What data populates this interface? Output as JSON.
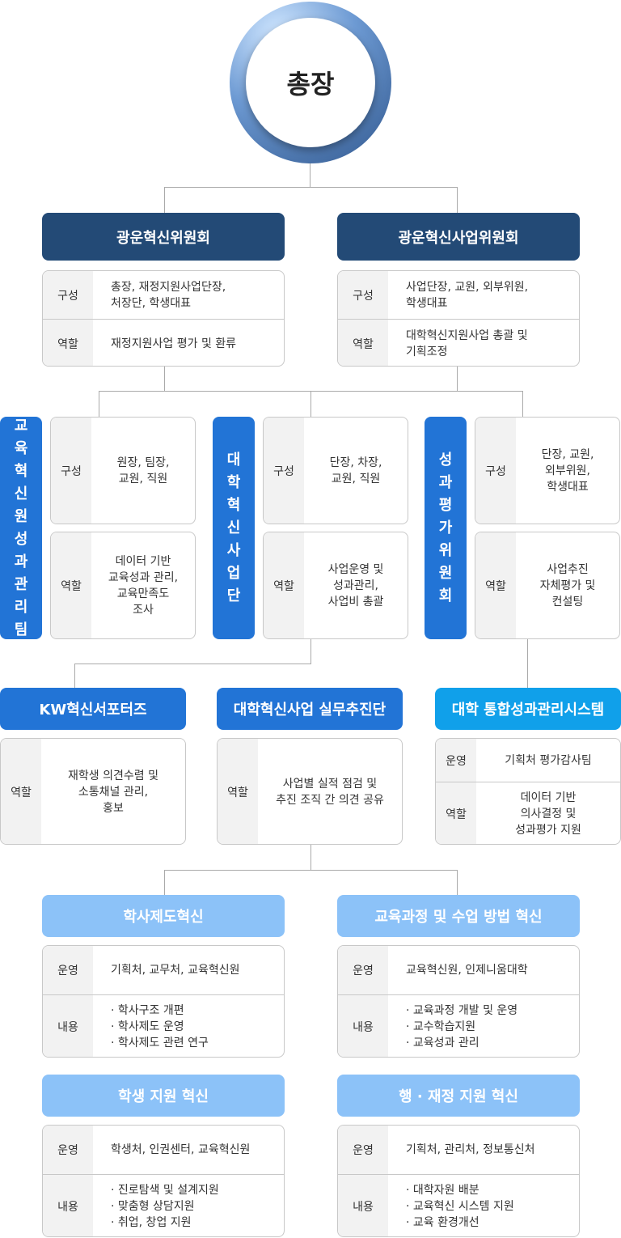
{
  "president": "총장",
  "committees": [
    {
      "title": "광운혁신위원회",
      "rows": [
        {
          "label": "구성",
          "value": "총장, 재정지원사업단장,\n처장단, 학생대표"
        },
        {
          "label": "역할",
          "value": "재정지원사업 평가 및 환류"
        }
      ]
    },
    {
      "title": "광운혁신사업위원회",
      "rows": [
        {
          "label": "구성",
          "value": "사업단장, 교원, 외부위원,\n학생대표"
        },
        {
          "label": "역할",
          "value": "대학혁신지원사업 총괄 및\n기획조정"
        }
      ]
    }
  ],
  "units": [
    {
      "title": "교\n육\n혁\n신\n원\n성\n과\n관\n리\n팀",
      "rows": [
        {
          "label": "구성",
          "value": "원장, 팀장,\n교원, 직원"
        },
        {
          "label": "역할",
          "value": "데이터 기반\n교육성과 관리,\n교육만족도\n조사"
        }
      ]
    },
    {
      "title": "대\n학\n혁\n신\n사\n업\n단",
      "rows": [
        {
          "label": "구성",
          "value": "단장, 차장,\n교원, 직원"
        },
        {
          "label": "역할",
          "value": "사업운영 및\n성과관리,\n사업비 총괄"
        }
      ]
    },
    {
      "title": "성\n과\n평\n가\n위\n원\n회",
      "rows": [
        {
          "label": "구성",
          "value": "단장, 교원,\n외부위원,\n학생대표"
        },
        {
          "label": "역할",
          "value": "사업추진\n자체평가 및\n컨설팅"
        }
      ]
    }
  ],
  "teams": [
    {
      "title": "KW혁신서포터즈",
      "rows": [
        {
          "label": "역할",
          "value": "재학생 의견수렴 및\n소통채널 관리,\n홍보"
        }
      ]
    },
    {
      "title": "대학혁신사업 실무추진단",
      "rows": [
        {
          "label": "역할",
          "value": "사업별 실적 점검 및\n추진 조직 간 의견 공유"
        }
      ]
    },
    {
      "title": "대학 통합성과관리시스템",
      "rows": [
        {
          "label": "운영",
          "value": "기획처 평가감사팀"
        },
        {
          "label": "역할",
          "value": "데이터 기반\n의사결정 및\n성과평가 지원"
        }
      ]
    }
  ],
  "areas": [
    {
      "title": "학사제도혁신",
      "rows": [
        {
          "label": "운영",
          "value": "기획처, 교무처, 교육혁신원"
        },
        {
          "label": "내용",
          "value": "· 학사구조 개편\n· 학사제도 운영\n· 학사제도 관련 연구"
        }
      ]
    },
    {
      "title": "교육과정 및 수업 방법 혁신",
      "rows": [
        {
          "label": "운영",
          "value": "교육혁신원, 인제니움대학"
        },
        {
          "label": "내용",
          "value": "· 교육과정 개발 및 운영\n· 교수학습지원\n· 교육성과 관리"
        }
      ]
    },
    {
      "title": "학생 지원 혁신",
      "rows": [
        {
          "label": "운영",
          "value": "학생처, 인권센터, 교육혁신원"
        },
        {
          "label": "내용",
          "value": "· 진로탐색 및 설계지원\n· 맞춤형 상담지원\n· 취업, 창업 지원"
        }
      ]
    },
    {
      "title": "행 · 재정 지원 혁신",
      "rows": [
        {
          "label": "운영",
          "value": "기획처, 관리처, 정보통신처"
        },
        {
          "label": "내용",
          "value": "· 대학자원 배분\n· 교육혁신 시스템 지원\n· 교육 환경개선"
        }
      ]
    }
  ]
}
